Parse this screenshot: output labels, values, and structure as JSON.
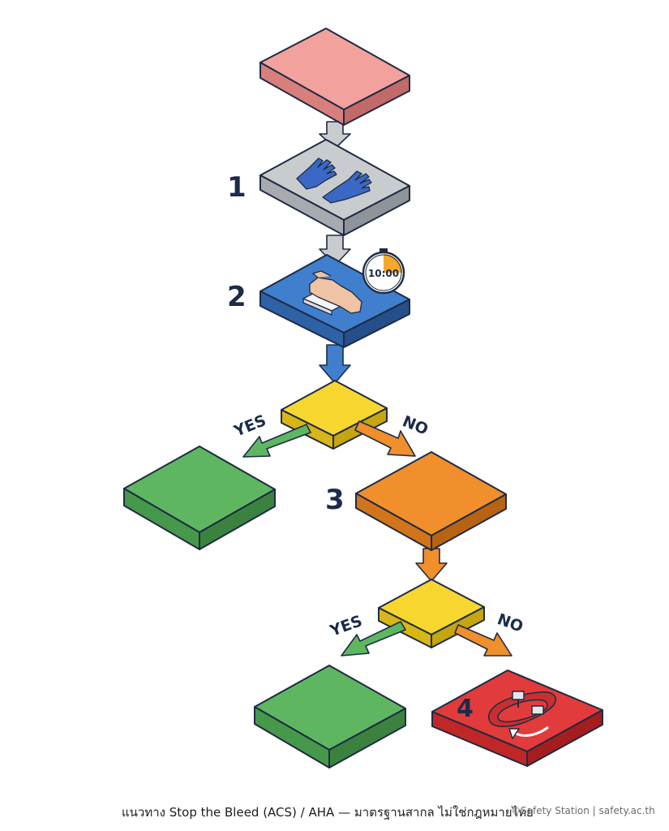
{
  "steps": {
    "step1": "1",
    "step2": "2",
    "step3": "3",
    "step4": "4"
  },
  "timer": {
    "label": "10:00"
  },
  "decision1": {
    "yes_label": "YES",
    "no_label": "NO"
  },
  "decision2": {
    "yes_label": "YES",
    "no_label": "NO"
  },
  "footer": {
    "caption": "แนวทาง Stop the Bleed (ACS) / AHA — มาตรฐานสากล ไม่ใช่กฎหมายไทย",
    "credit": "©Safety Station | safety.ac.th"
  },
  "colors": {
    "start": "#f2a19d",
    "step1": "#c9cccf",
    "step2": "#3f7fce",
    "decision": "#f7d630",
    "step3": "#f08f2c",
    "success": "#5fb661",
    "step4": "#e23b3b",
    "outline": "#1e2b44"
  },
  "icons": {
    "step1": "gloves-icon",
    "step2": "hand-pressure-icon",
    "timer": "timer-icon",
    "step4": "tourniquet-icon"
  }
}
